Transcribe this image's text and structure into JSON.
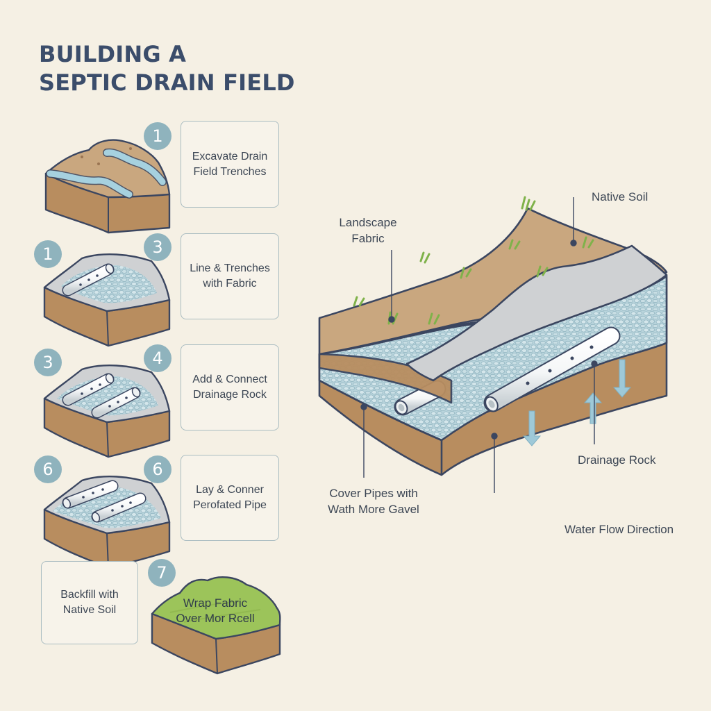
{
  "title": {
    "line1": "BUILDING A",
    "line2": "SEPTIC DRAIN FIELD"
  },
  "steps": [
    {
      "badges": [
        "1"
      ],
      "text": [
        "Excavate Drain",
        "Field Trenches"
      ]
    },
    {
      "badges": [
        "1",
        "3"
      ],
      "text": [
        "Line & Trenches",
        "with Fabric"
      ]
    },
    {
      "badges": [
        "3",
        "4"
      ],
      "text": [
        "Add & Connect",
        "Drainage Rock"
      ]
    },
    {
      "badges": [
        "6",
        "6"
      ],
      "text": [
        "Lay & Conner",
        "Perofated Pipe"
      ]
    },
    {
      "badges": [
        "7"
      ],
      "text": [
        "Backfill with",
        "Native Soil"
      ],
      "overlay": [
        "Wrap Fabric",
        "Over Mor Rcell"
      ]
    }
  ],
  "callouts": {
    "native_soil": "Native Soil",
    "landscape_fabric": [
      "Landscape",
      "Fabric"
    ],
    "drainage_rock": "Drainage Rock",
    "cover_pipes": [
      "Cover Pipes with",
      "Wath More Gavel"
    ],
    "water_flow": "Water Flow Direction"
  },
  "colors": {
    "background": "#f5f0e4",
    "title": "#3b4d6b",
    "badge": "#8fb3bd",
    "soil_top": "#c9a77f",
    "soil_side": "#b88d5f",
    "outline": "#3b4660",
    "gravel": "#b9d4dc",
    "fabric": "#cfd1d3",
    "grass": "#9cc45a",
    "water": "#9ec9d8"
  }
}
